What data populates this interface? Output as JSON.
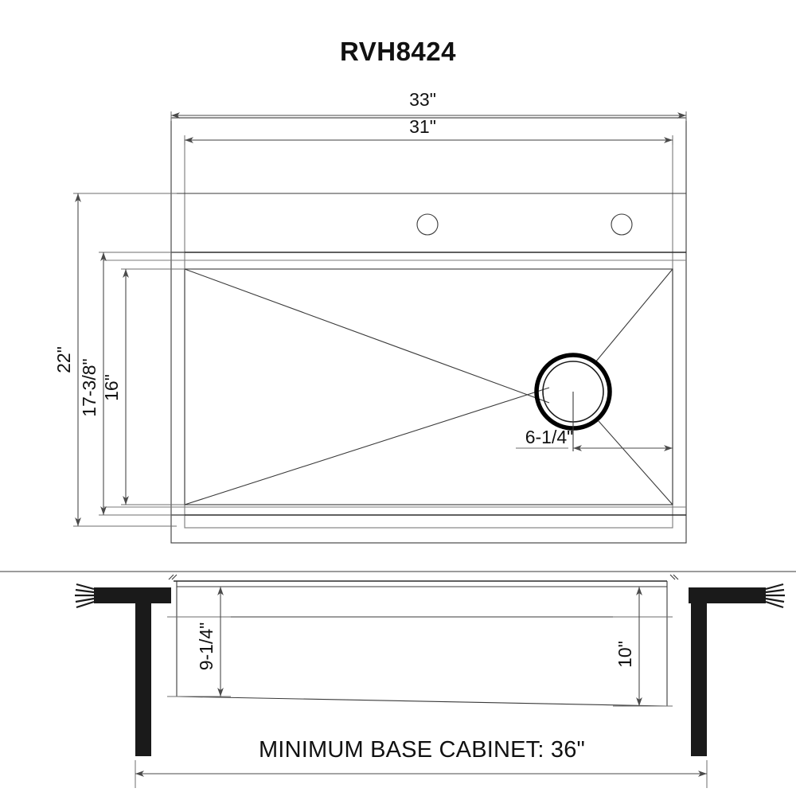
{
  "document": {
    "title": "RVH8424",
    "type": "kitchen-sink-dimension-drawing",
    "background_color": "#ffffff",
    "line_color": "#2b2b2b"
  },
  "top_view": {
    "name": "top-view",
    "dimensions": {
      "overall_width": "33\"",
      "inner_width": "31\"",
      "overall_depth": "22\"",
      "bowl_depth_outer": "17-3/8\"",
      "bowl_depth_inner": "16\"",
      "drain_offset": "6-1/4\""
    },
    "features": {
      "faucet_hole_count": 2,
      "drain_label": "drain-opening"
    }
  },
  "elevation_view": {
    "name": "front-elevation-view",
    "dimensions": {
      "bowl_depth_left": "9-1/4\"",
      "bowl_depth_right": "10\""
    },
    "caption": "MINIMUM BASE CABINET: 36\""
  },
  "labels": {
    "w33": "33\"",
    "w31": "31\"",
    "d22": "22\"",
    "d17": "17-3/8\"",
    "d16": "16\"",
    "drain": "6-1/4\"",
    "h914": "9-1/4\"",
    "h10": "10\"",
    "cabinet": "MINIMUM BASE CABINET: 36\""
  }
}
